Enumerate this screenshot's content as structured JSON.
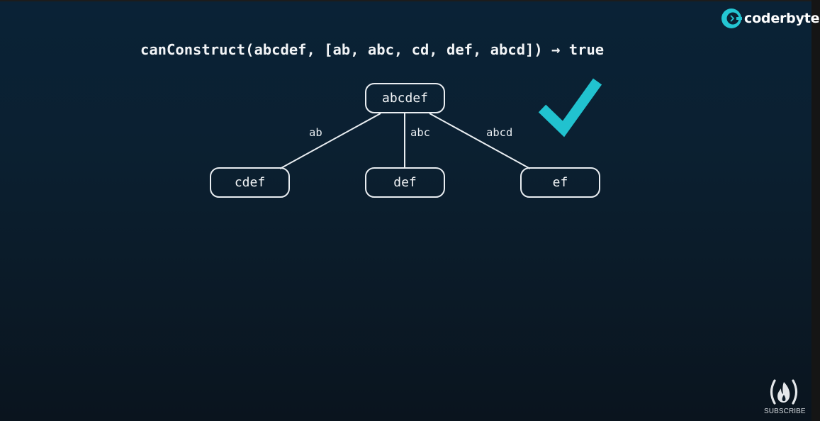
{
  "brand": {
    "name": "coderbyte",
    "accent": "#24c6d3"
  },
  "expression": {
    "text": "canConstruct(abcdef, [ab, abc, cd, def, abcd]) → true"
  },
  "tree": {
    "root": "abcdef",
    "children": [
      {
        "edge": "ab",
        "node": "cdef"
      },
      {
        "edge": "abc",
        "node": "def"
      },
      {
        "edge": "abcd",
        "node": "ef"
      }
    ]
  },
  "result_icon": "checkmark-icon",
  "result_color": "#21c2cf",
  "subscribe": {
    "label": "SUBSCRIBE",
    "icon": "fire-icon"
  }
}
